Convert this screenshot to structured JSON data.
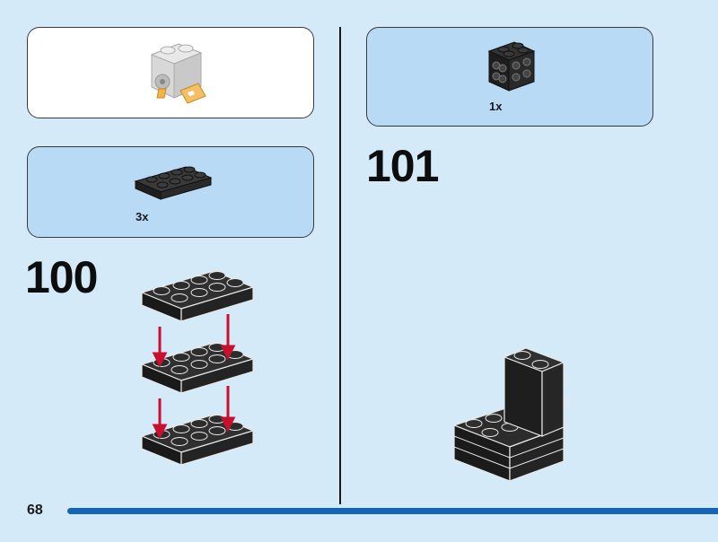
{
  "page": {
    "number": "68"
  },
  "left_column": {
    "context_panel": {
      "icon": "robot-head-subassembly-icon"
    },
    "parts_panel": {
      "quantity": "3x",
      "part": "black-2x4-plate-icon"
    },
    "step": {
      "number": "100",
      "illustration": "three-stacked-plates-icon"
    }
  },
  "right_column": {
    "parts_panel": {
      "quantity": "1x",
      "part": "black-2x2-brick-icon"
    },
    "step": {
      "number": "101",
      "illustration": "plate-stack-with-brick-icon"
    }
  },
  "colors": {
    "background": "#d5eaf9",
    "panel_blue": "#b8daf5",
    "brick_black": "#2b2b2b",
    "arrow_red": "#c8102e",
    "progress_blue": "#1565b6"
  }
}
